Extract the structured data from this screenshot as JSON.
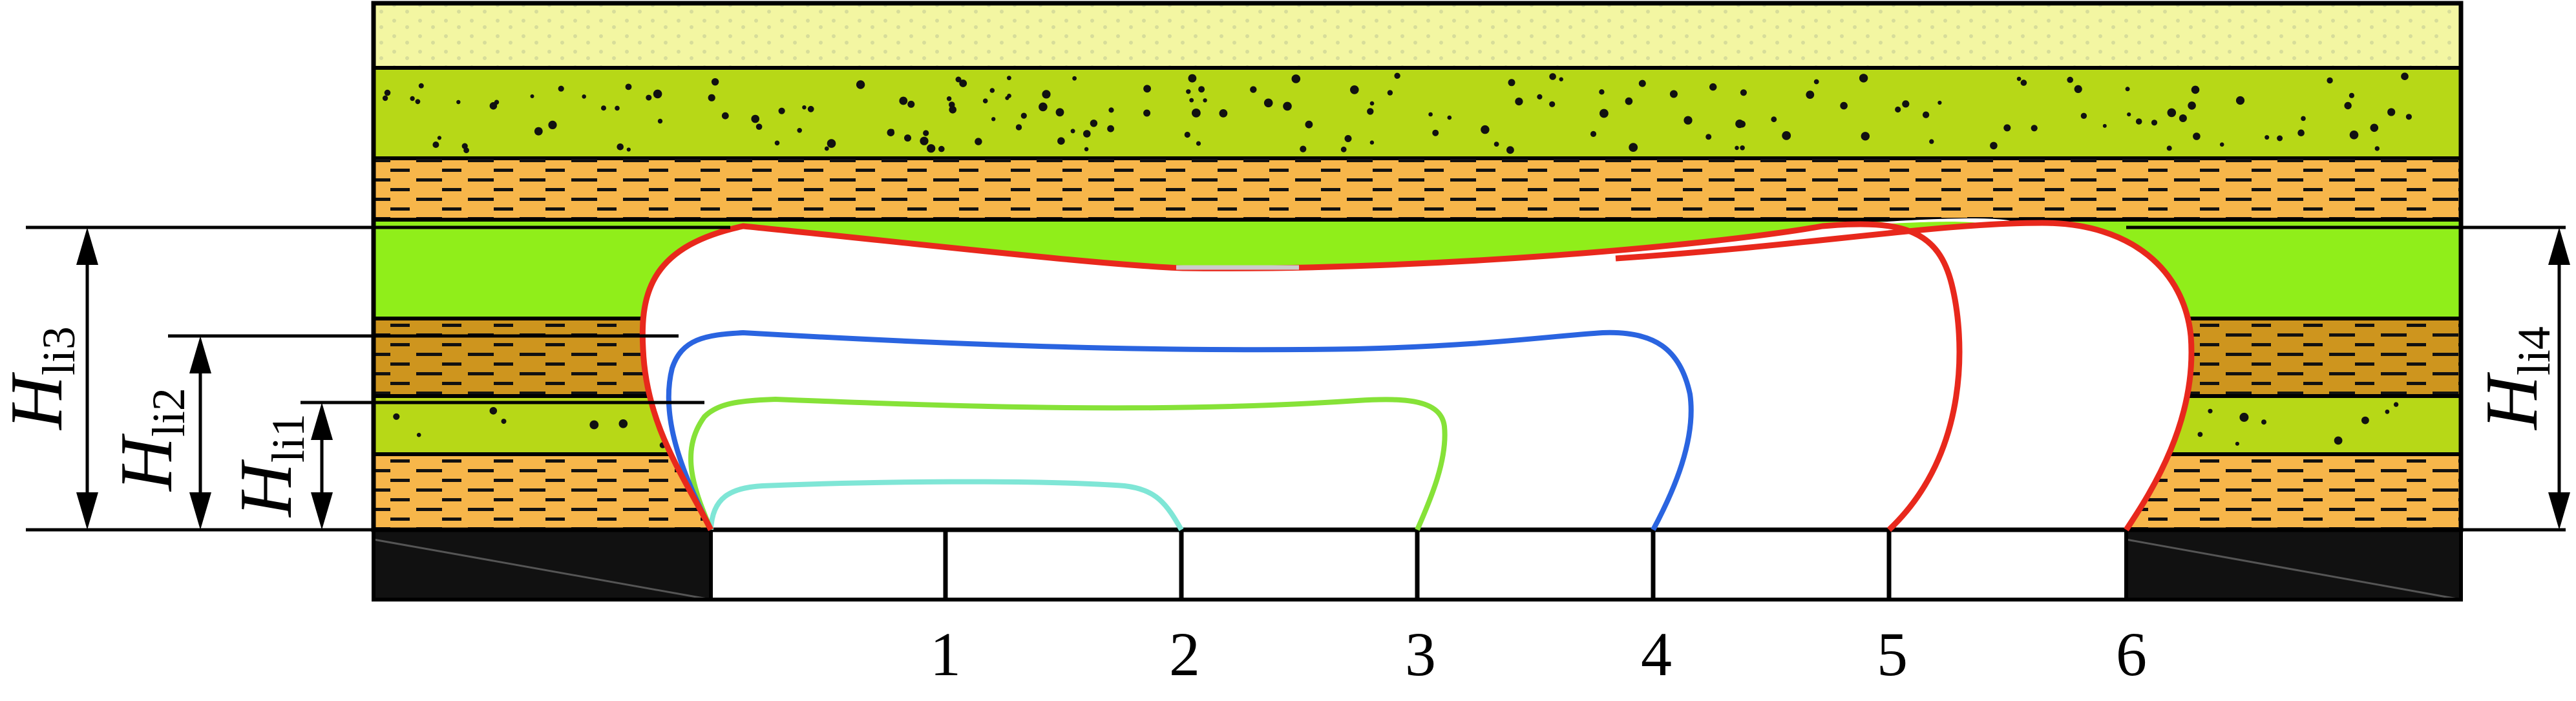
{
  "diagram": {
    "colors": {
      "top_layer": "#F3F6A2",
      "pebbly_layer": "#B7D817",
      "striped_layer": "#F7B64A",
      "target_layer": "#90EE1A",
      "brown_layer": "#CE951E",
      "black_block": "#111111",
      "curve_1": "#7FE6D6",
      "curve_2": "#86E238",
      "curve_3": "#2A64E0",
      "curve_4": "#E8281C",
      "line": "#000000"
    },
    "segment_labels": [
      "1",
      "2",
      "3",
      "4",
      "5",
      "6"
    ],
    "dimensions": {
      "h1": {
        "main": "H",
        "sub": "li1"
      },
      "h2": {
        "main": "H",
        "sub": "li2"
      },
      "h3": {
        "main": "H",
        "sub": "li3"
      },
      "h4": {
        "main": "H",
        "sub": "li4"
      }
    }
  }
}
